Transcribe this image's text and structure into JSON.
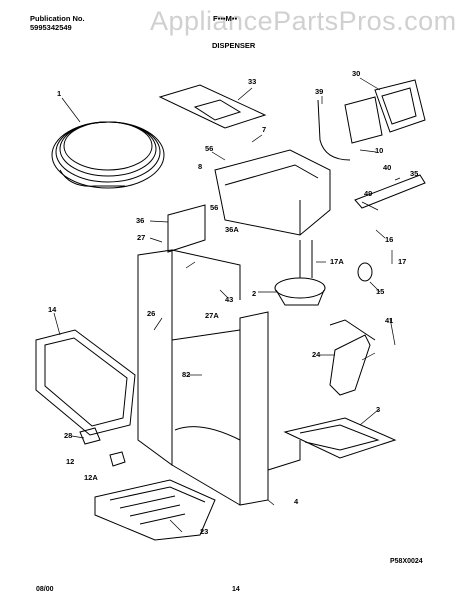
{
  "header": {
    "publication_label": "Publication No.",
    "publication_number": "5995342549",
    "model": "F▪▪▪M▪▪",
    "section_title": "DISPENSER"
  },
  "watermark": "AppliancePartsPros.com",
  "callouts": {
    "c1": "1",
    "c2": "2",
    "c3": "3",
    "c4": "4",
    "c7": "7",
    "c8": "8",
    "c10": "10",
    "c12": "12",
    "c12a": "12A",
    "c14": "14",
    "c15": "15",
    "c16": "16",
    "c17": "17",
    "c17a": "17A",
    "c23": "23",
    "c24": "24",
    "c26": "26",
    "c27": "27",
    "c27a": "27A",
    "c28": "28",
    "c30": "30",
    "c33": "33",
    "c35": "35",
    "c36": "36",
    "c36a": "36A",
    "c39": "39",
    "c40": "40",
    "c41": "41",
    "c43": "43",
    "c49": "49",
    "c56a": "56",
    "c56b": "56",
    "c82": "82"
  },
  "footer": {
    "date": "08/00",
    "page_number": "14",
    "figure_code": "P58X0024"
  }
}
